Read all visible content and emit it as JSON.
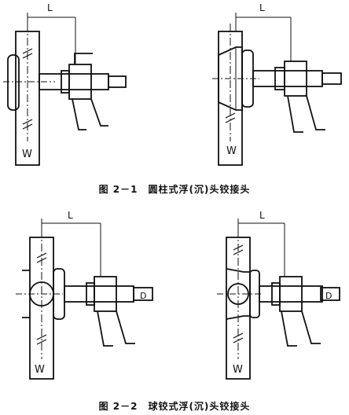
{
  "figures": [
    {
      "caption": "图 2－1　圆柱式浮(沉)头铰接头",
      "left": {
        "dim_label": "L",
        "plate_label": "W"
      },
      "right": {
        "dim_label": "L",
        "plate_label": "W"
      }
    },
    {
      "caption": "图 2－2　球铰式浮(沉)头铰接头",
      "left": {
        "dim_label": "L",
        "plate_label": "W",
        "shaft_label": "D"
      },
      "right": {
        "dim_label": "L",
        "plate_label": "W",
        "shaft_label": "D"
      }
    }
  ]
}
